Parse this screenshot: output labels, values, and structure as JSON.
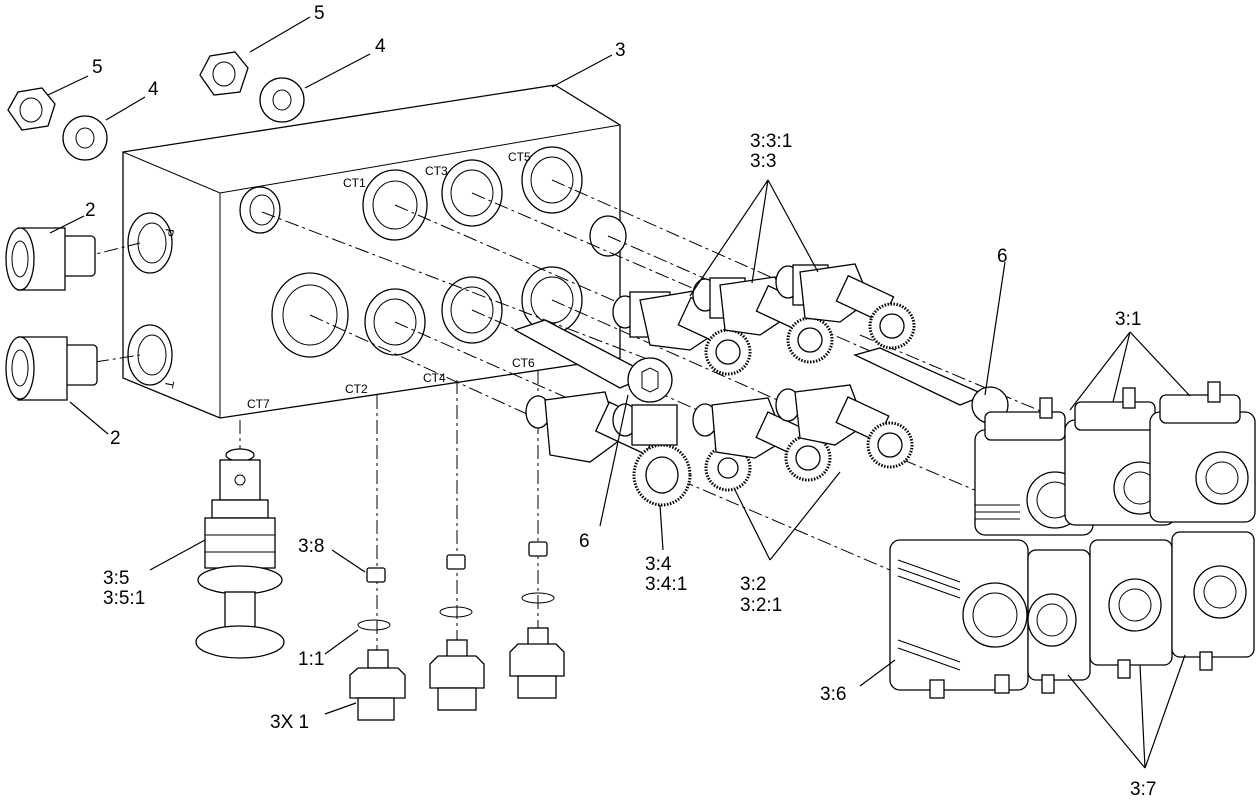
{
  "callouts": {
    "c2_top": "2",
    "c2_bottom": "2",
    "c3": "3",
    "c4_left": "4",
    "c4_right": "4",
    "c5_left": "5",
    "c5_right": "5",
    "c6_left": "6",
    "c6_right": "6",
    "c331": "3:3:1",
    "c33": "3:3",
    "c31": "3:1",
    "c34": "3:4",
    "c341": "3:4:1",
    "c32": "3:2",
    "c321": "3:2:1",
    "c35": "3:5",
    "c351": "3:5:1",
    "c38": "3:8",
    "c11": "1:1",
    "c3x1": "3X 1",
    "c36": "3:6",
    "c37": "3:7"
  },
  "ports": {
    "ct1": "CT1",
    "ct2": "CT2",
    "ct3": "CT3",
    "ct4": "CT4",
    "ct5": "CT5",
    "ct6": "CT6",
    "ct7": "CT7",
    "p": "P",
    "t": "T"
  }
}
